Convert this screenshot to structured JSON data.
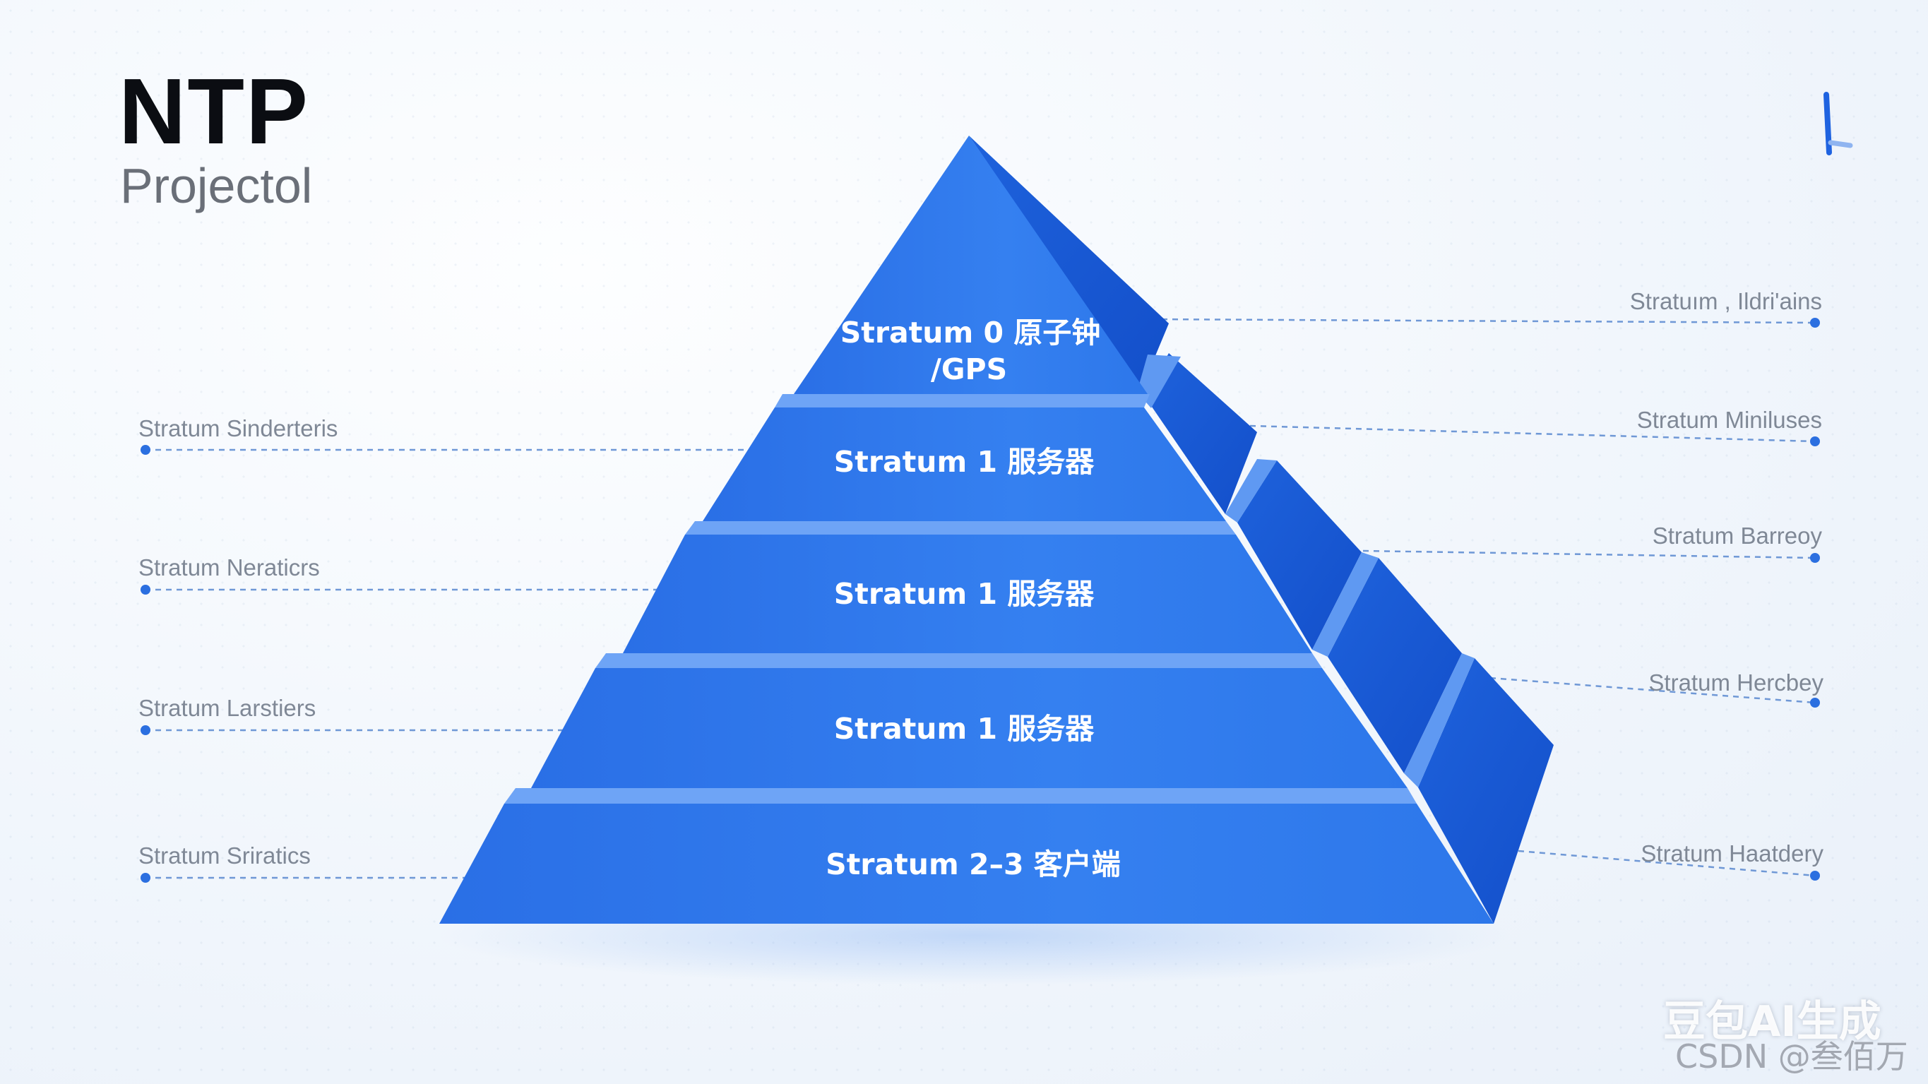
{
  "header": {
    "title": "NTP",
    "subtitle": "Projectol"
  },
  "pyramid": {
    "tiers": [
      {
        "line1": "Stratum 0 原子钟",
        "line2": "/GPS"
      },
      {
        "line1": "Stratum 1 服务器"
      },
      {
        "line1": "Stratum 1 服务器"
      },
      {
        "line1": "Stratum 1 服务器"
      },
      {
        "line1": "Stratum 2–3 客户端"
      }
    ]
  },
  "left_labels": [
    "Stratum Sinderteris",
    "Stratum Neraticrs",
    "Stratum Larstiers",
    "Stratum Sriratics"
  ],
  "right_labels": [
    "Stratuım , Ildri'ains",
    "Stratum Miniluses",
    "Stratum Barreoy",
    "Stratum Hercbey",
    "Stratum Haatdery"
  ],
  "watermark": {
    "brand": "豆包AI生成",
    "credit": "CSDN @叁佰万"
  },
  "colors": {
    "tier_front": "#2f78ec",
    "tier_side": "#1a5bd8",
    "gap_band": "#6ea4f6",
    "connector": "#6f98d6",
    "dot": "#2b6fe0"
  }
}
